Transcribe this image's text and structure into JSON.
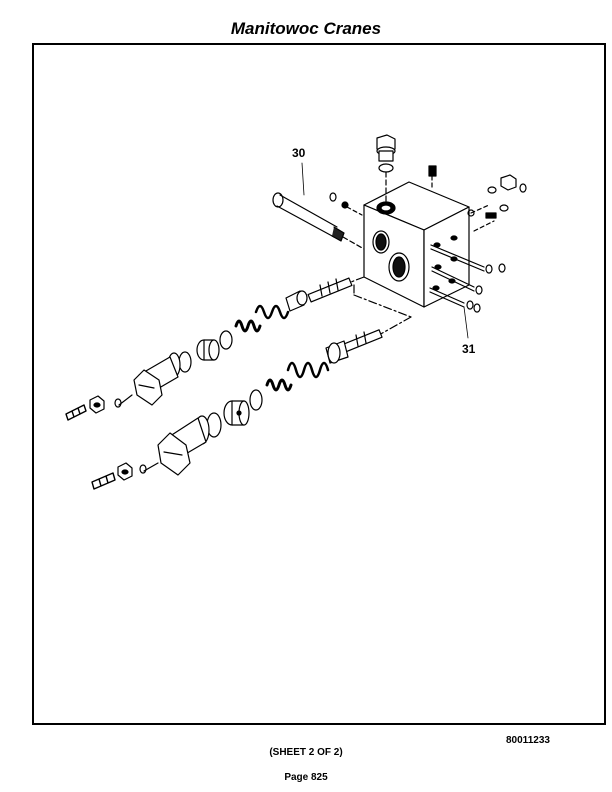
{
  "header": {
    "title": "Manitowoc Cranes"
  },
  "diagram": {
    "callouts": [
      {
        "id": "callout-30",
        "label": "30"
      },
      {
        "id": "callout-31",
        "label": "31"
      }
    ]
  },
  "footer": {
    "part_number": "80011233",
    "sheet": "(SHEET 2 OF 2)",
    "page": "Page 825"
  }
}
